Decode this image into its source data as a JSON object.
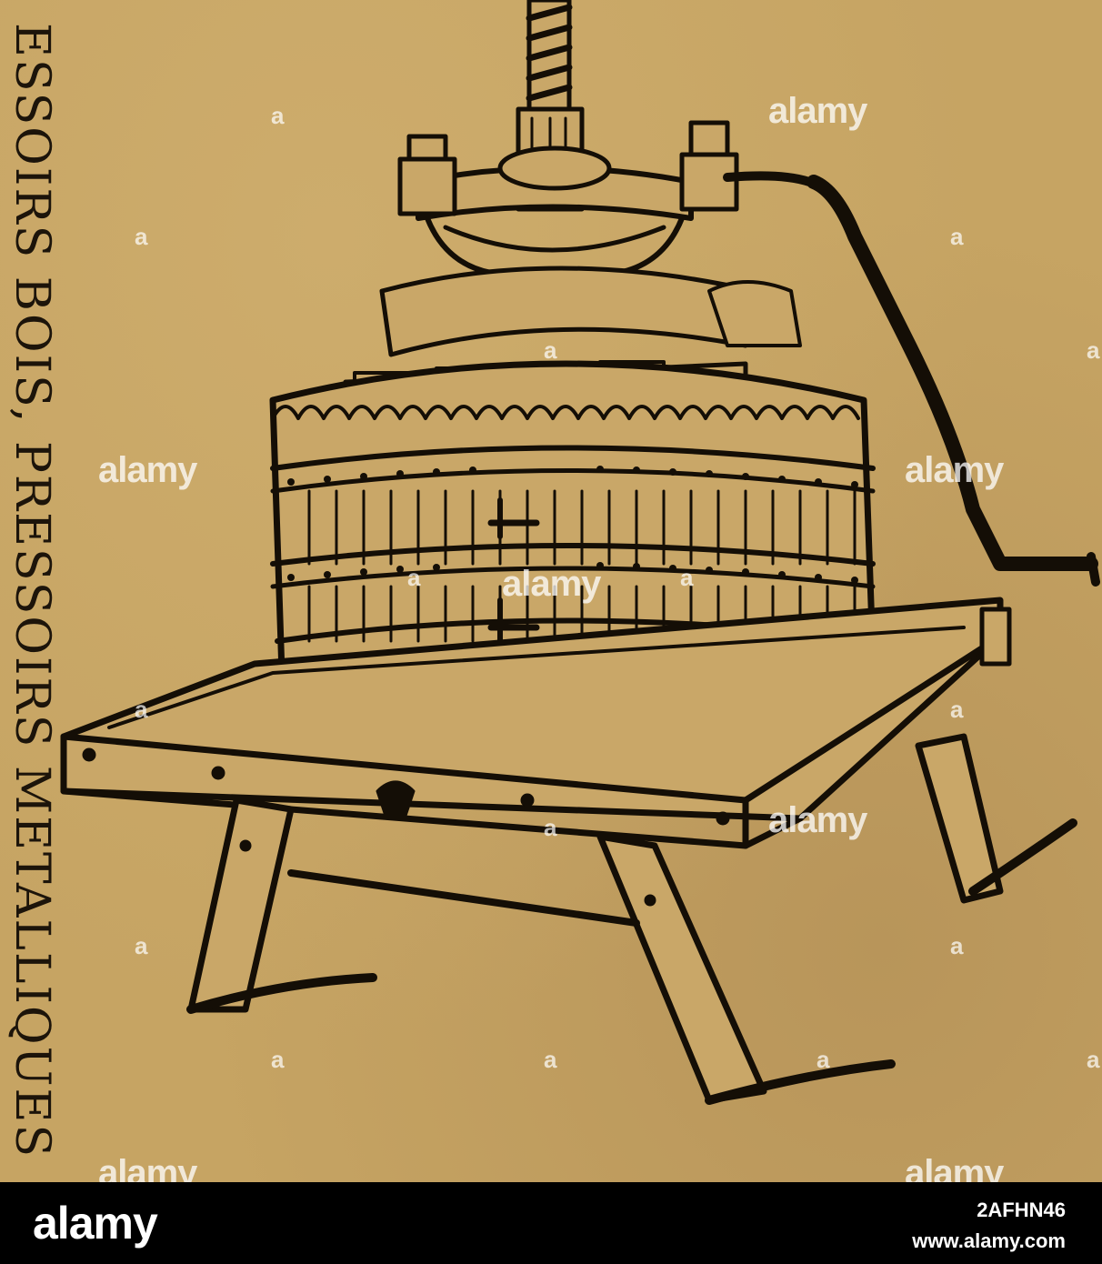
{
  "advert": {
    "vertical_text": "ESSOIRS BOIS, PRESSOIRS METALLIQUES"
  },
  "watermark": {
    "word": "alamy",
    "letter": "a"
  },
  "footer": {
    "logo": "alamy",
    "image_id": "2AFHN46",
    "site": "www.alamy.com"
  }
}
